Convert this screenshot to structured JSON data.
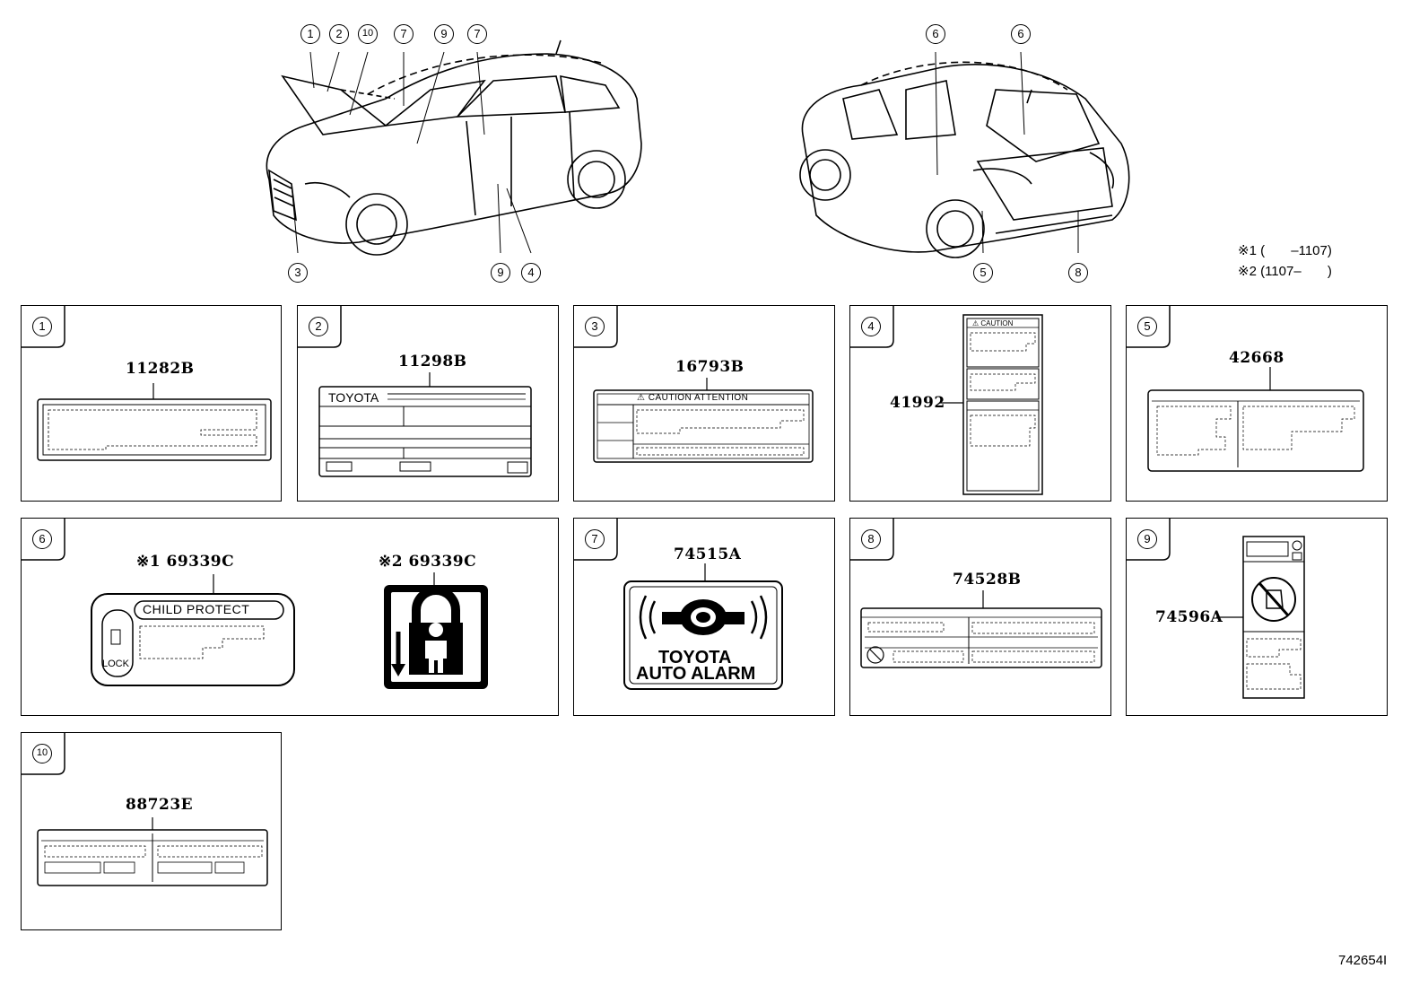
{
  "callouts_top_left": [
    "1",
    "2",
    "10",
    "7",
    "9",
    "7"
  ],
  "callouts_bottom_left": [
    "3",
    "9",
    "4"
  ],
  "callouts_top_right": [
    "6",
    "6"
  ],
  "callouts_bottom_right": [
    "5",
    "8"
  ],
  "notes": {
    "n1": "※1 (       –1107)",
    "n2": "※2 (1107–       )"
  },
  "panels": [
    {
      "num": "1",
      "part": "11282B"
    },
    {
      "num": "2",
      "part": "11298B",
      "label_text": "TOYOTA"
    },
    {
      "num": "3",
      "part": "16793B",
      "label_text": "⚠ CAUTION  ATTENTION"
    },
    {
      "num": "4",
      "part": "41992",
      "label_text": "⚠ CAUTION"
    },
    {
      "num": "5",
      "part": "42668"
    },
    {
      "num": "6",
      "part_a": "※1 69339C",
      "part_b": "※2 69339C",
      "label_text": "CHILD PROTECT",
      "lock_text": "LOCK"
    },
    {
      "num": "7",
      "part": "74515A",
      "line1": "TOYOTA",
      "line2": "AUTO ALARM"
    },
    {
      "num": "8",
      "part": "74528B"
    },
    {
      "num": "9",
      "part": "74596A"
    },
    {
      "num": "10",
      "part": "88723E"
    }
  ],
  "diagram_id": "742654I"
}
